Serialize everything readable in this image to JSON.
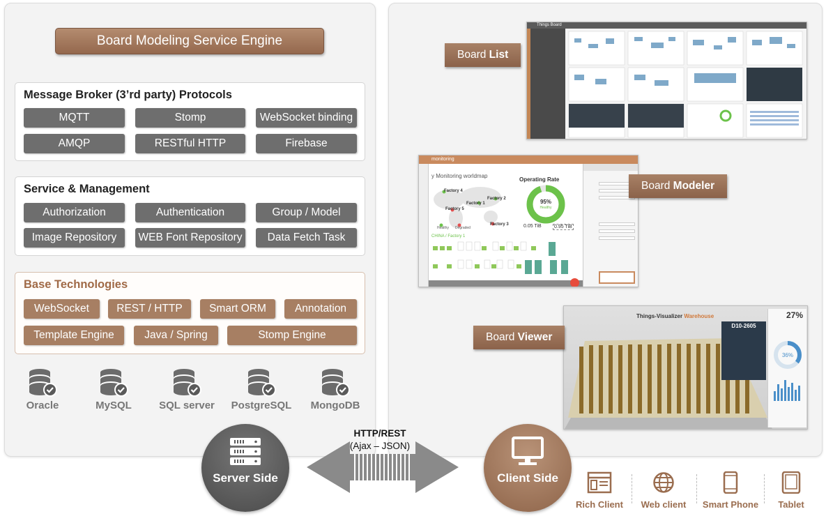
{
  "title": "Board Modeling Service Engine",
  "sections": {
    "protocols": {
      "title": "Message Broker (3’rd party) Protocols",
      "items": [
        "MQTT",
        "Stomp",
        "WebSocket binding",
        "AMQP",
        "RESTful HTTP",
        "Firebase"
      ]
    },
    "service": {
      "title": "Service & Management",
      "items": [
        "Authorization",
        "Authentication",
        "Group / Model",
        "Image Repository",
        "WEB Font Repository",
        "Data Fetch Task"
      ]
    },
    "base": {
      "title": "Base Technologies",
      "items": [
        "WebSocket",
        "REST / HTTP",
        "Smart ORM",
        "Annotation",
        "Template Engine",
        "Java / Spring",
        "Stomp Engine"
      ]
    }
  },
  "databases": [
    "Oracle",
    "MySQL",
    "SQL server",
    "PostgreSQL",
    "MongoDB"
  ],
  "board_list": {
    "label_prefix": "Board ",
    "label_bold": "List",
    "app_title": "Things Board"
  },
  "board_modeler": {
    "label_prefix": "Board ",
    "label_bold": "Modeler",
    "toolbar_title": "monitoring",
    "map_title": "y Monitoring worldmap",
    "rate_title": "Operating Rate",
    "rate_value": "95%",
    "rate_status": "Healthy",
    "factories": [
      "Factory 4",
      "Factory 1",
      "Factory 2",
      "Factory 5",
      "Factory 3"
    ],
    "legend": [
      "Healthy",
      "Degraded"
    ],
    "used_space": "0.05 TiB",
    "free_space": "0.95 TiB",
    "breadcrumb": "CHINA / Factory 1"
  },
  "board_viewer": {
    "label_prefix": "Board ",
    "label_bold": "Viewer",
    "scene_title": "Things-Visualizer",
    "scene_title_accent": "Warehouse",
    "detail_id": "D10-2605",
    "percent_top": "27%",
    "percent_ring": "36%"
  },
  "connection": {
    "protocol": "HTTP/REST",
    "format": "(Ajax – JSON)"
  },
  "server_label": "Server Side",
  "client_label": "Client Side",
  "clients": [
    "Rich Client",
    "Web client",
    "Smart Phone",
    "Tablet"
  ],
  "colors": {
    "brown": "#a77f63",
    "gray_chip": "#6e6e6e",
    "server": "#555555",
    "client": "#9a6d4f"
  }
}
